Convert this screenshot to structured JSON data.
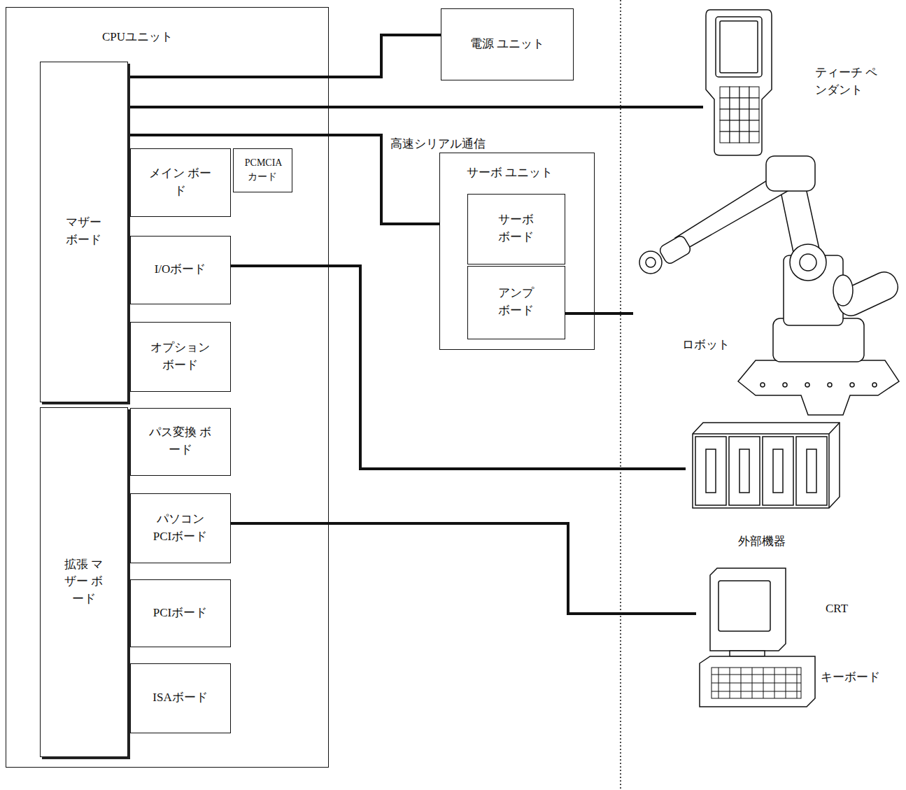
{
  "diagram": {
    "nodes": [
      {
        "text": [
          "CPUユニット"
        ]
      },
      {
        "text": [
          "マザー ボード"
        ],
        "in": 0
      },
      {
        "text": [
          "メイン ボード"
        ],
        "in": 0
      },
      {
        "text": [
          "PCMCIA カード"
        ],
        "in": 0
      },
      {
        "text": [
          "I/Oボード"
        ],
        "in": 0
      },
      {
        "text": [
          "オプション ボード"
        ],
        "in": 0
      },
      {
        "text": [
          "拡張 マザー ボード"
        ],
        "in": 0
      },
      {
        "text": [
          "パス変換 ボード"
        ],
        "in": 0
      },
      {
        "text": [
          "パソコン PCIボード"
        ],
        "in": 0
      },
      {
        "text": [
          "PCIボード"
        ],
        "in": 0
      },
      {
        "text": [
          "ISAボード"
        ],
        "in": 0
      },
      {
        "text": [
          "電源 ユニット"
        ]
      },
      {
        "text": [
          "ティーチ ペンダント"
        ]
      },
      {
        "text": [
          "サーボ ユニット"
        ]
      },
      {
        "text": [
          "サーボ ボード"
        ],
        "in": 13
      },
      {
        "text": [
          "アンプ ボード"
        ],
        "in": 13
      },
      {
        "text": [
          "ロボット"
        ]
      },
      {
        "text": [
          "外部機器"
        ]
      },
      {
        "text": [
          "CRT",
          "キーボード"
        ]
      }
    ],
    "edges": [
      {
        "from": 1,
        "to": 11,
        "arrow": "none"
      },
      {
        "from": 1,
        "to": 12,
        "arrow": "none"
      },
      {
        "from": 1,
        "to": 13,
        "label": "高速シリアル通信",
        "arrow": "none"
      },
      {
        "from": 4,
        "to": 17,
        "arrow": "none"
      },
      {
        "from": 15,
        "to": 16,
        "arrow": "none"
      },
      {
        "from": 8,
        "to": 18,
        "arrow": "none"
      }
    ]
  }
}
